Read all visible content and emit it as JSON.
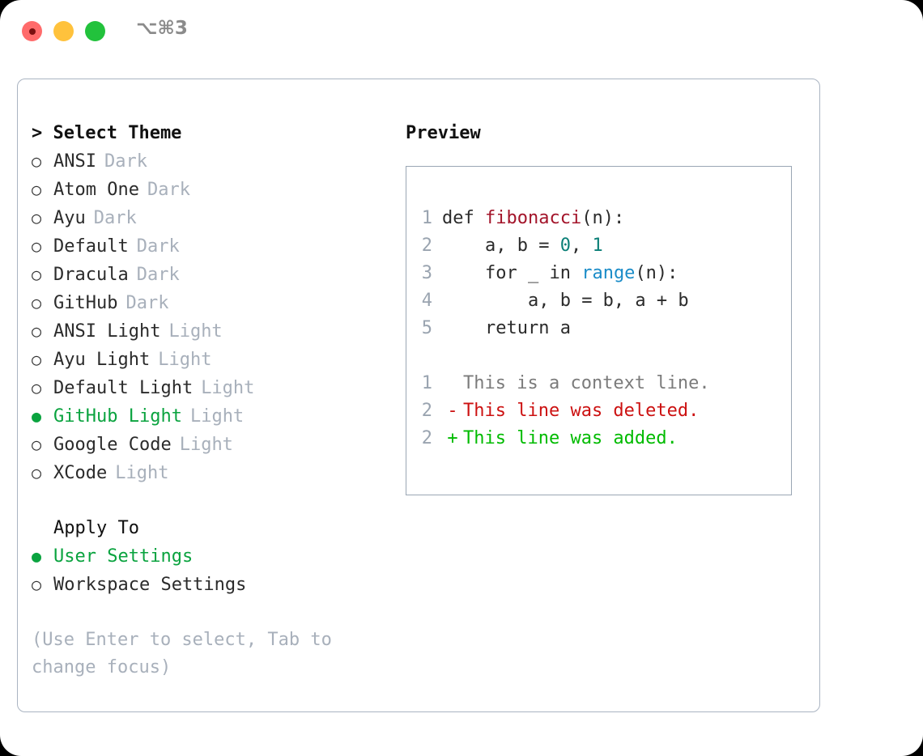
{
  "titlebar": {
    "shortcut": "⌥⌘3",
    "buttons": [
      "close",
      "minimize",
      "maximize"
    ]
  },
  "theme_list": {
    "header": "> Select Theme",
    "items": [
      {
        "marker": "○",
        "label": "ANSI",
        "tag": "Dark",
        "selected": false
      },
      {
        "marker": "○",
        "label": "Atom One",
        "tag": "Dark",
        "selected": false
      },
      {
        "marker": "○",
        "label": "Ayu",
        "tag": "Dark",
        "selected": false
      },
      {
        "marker": "○",
        "label": "Default",
        "tag": "Dark",
        "selected": false
      },
      {
        "marker": "○",
        "label": "Dracula",
        "tag": "Dark",
        "selected": false
      },
      {
        "marker": "○",
        "label": "GitHub",
        "tag": "Dark",
        "selected": false
      },
      {
        "marker": "○",
        "label": "ANSI Light",
        "tag": "Light",
        "selected": false
      },
      {
        "marker": "○",
        "label": "Ayu Light",
        "tag": "Light",
        "selected": false
      },
      {
        "marker": "○",
        "label": "Default Light",
        "tag": "Light",
        "selected": false
      },
      {
        "marker": "●",
        "label": "GitHub Light",
        "tag": "Light",
        "selected": true
      },
      {
        "marker": "○",
        "label": "Google Code",
        "tag": "Light",
        "selected": false
      },
      {
        "marker": "○",
        "label": "XCode",
        "tag": "Light",
        "selected": false
      }
    ]
  },
  "apply_to": {
    "header": "Apply To",
    "items": [
      {
        "marker": "●",
        "label": "User Settings",
        "selected": true
      },
      {
        "marker": "○",
        "label": "Workspace Settings",
        "selected": false
      }
    ]
  },
  "hint": "(Use Enter to select, Tab to change focus)",
  "preview": {
    "title": "Preview",
    "code_lines": [
      {
        "no": "1",
        "indent": "",
        "parts": [
          {
            "t": "def ",
            "c": "plain"
          },
          {
            "t": "fibonacci",
            "c": "fn"
          },
          {
            "t": "(n):",
            "c": "plain"
          }
        ]
      },
      {
        "no": "2",
        "indent": "    ",
        "parts": [
          {
            "t": "a, b = ",
            "c": "plain"
          },
          {
            "t": "0",
            "c": "num"
          },
          {
            "t": ", ",
            "c": "plain"
          },
          {
            "t": "1",
            "c": "num"
          }
        ]
      },
      {
        "no": "3",
        "indent": "    ",
        "parts": [
          {
            "t": "for _ in ",
            "c": "plain"
          },
          {
            "t": "range",
            "c": "call"
          },
          {
            "t": "(n):",
            "c": "plain"
          }
        ]
      },
      {
        "no": "4",
        "indent": "        ",
        "parts": [
          {
            "t": "a, b = b, a + b",
            "c": "plain"
          }
        ]
      },
      {
        "no": "5",
        "indent": "    ",
        "parts": [
          {
            "t": "return a",
            "c": "plain"
          }
        ]
      }
    ],
    "diff_lines": [
      {
        "no": "1",
        "mark": "",
        "text": "This is a context line.",
        "kind": "ctx"
      },
      {
        "no": "2",
        "mark": "-",
        "text": "This line was deleted.",
        "kind": "del"
      },
      {
        "no": "2",
        "mark": "+",
        "text": "This line was added.",
        "kind": "add"
      }
    ]
  },
  "colors": {
    "selected_green": "#0aa33f",
    "diff_add_green": "#00bb00",
    "diff_del_red": "#cc1111",
    "function_red": "#a3142a",
    "number_teal": "#0b7f77",
    "call_blue": "#1a8cc8",
    "muted_gray": "#a8b0bb",
    "panel_border": "#aab4c2"
  }
}
